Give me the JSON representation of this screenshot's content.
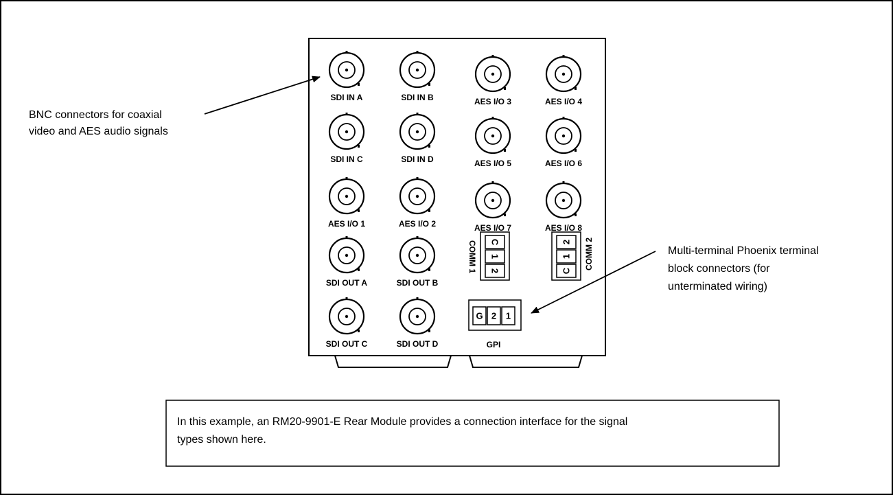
{
  "callouts": {
    "bnc": [
      "BNC connectors for coaxial",
      "video and AES audio signals"
    ],
    "phoenix": [
      "Multi-terminal Phoenix terminal",
      "block connectors (for",
      "unterminated wiring)"
    ]
  },
  "connectors": [
    {
      "label": "SDI IN A"
    },
    {
      "label": "SDI IN B"
    },
    {
      "label": "AES I/O 3"
    },
    {
      "label": "AES I/O 4"
    },
    {
      "label": "SDI IN C"
    },
    {
      "label": "SDI IN D"
    },
    {
      "label": "AES I/O 5"
    },
    {
      "label": "AES I/O 6"
    },
    {
      "label": "AES I/O 1"
    },
    {
      "label": "AES I/O 2"
    },
    {
      "label": "AES I/O 7"
    },
    {
      "label": "AES I/O 8"
    },
    {
      "label": "SDI OUT A"
    },
    {
      "label": "SDI OUT B"
    },
    {
      "label": "SDI OUT C"
    },
    {
      "label": "SDI OUT D"
    }
  ],
  "terminal_blocks": {
    "comm1": {
      "label": "COMM 1",
      "pins": [
        "C",
        "1",
        "2"
      ]
    },
    "comm2": {
      "label": "COMM 2",
      "pins": [
        "2",
        "1",
        "C"
      ]
    },
    "gpi": {
      "label": "GPI",
      "pins": [
        "G",
        "2",
        "1"
      ]
    }
  },
  "caption": [
    "In this example, an RM20-9901-E Rear Module provides a connection interface for the signal",
    "types shown here."
  ]
}
